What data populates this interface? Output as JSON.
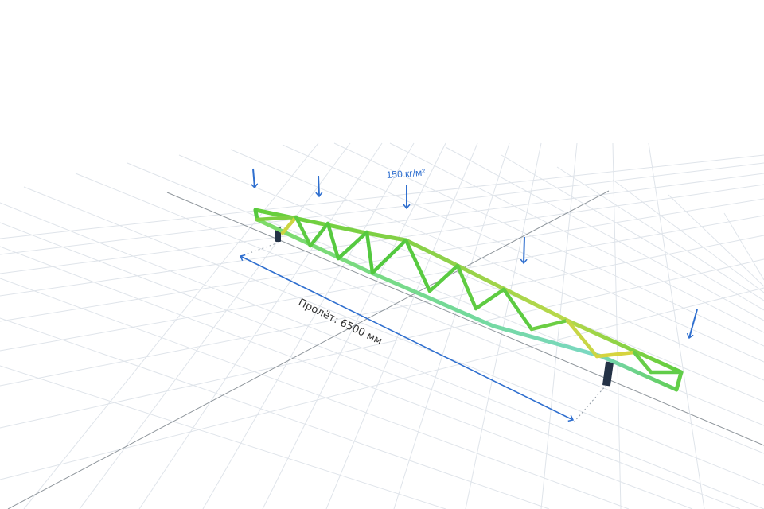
{
  "load": {
    "label": "150 кг/м²"
  },
  "span": {
    "label": "Пролёт: 6500 мм",
    "value_mm": 6500
  },
  "colors": {
    "grid": "#dfe4ea",
    "axis": "#8f969c",
    "truss_low": "#4fc93e",
    "truss_mid": "#8fd14a",
    "truss_high": "#d8d43e",
    "bottom_chord": "#79d98e",
    "support": "#243246",
    "arrow": "#2f6fcf",
    "dimension": "#2f6fcf",
    "span_text": "#333333"
  }
}
